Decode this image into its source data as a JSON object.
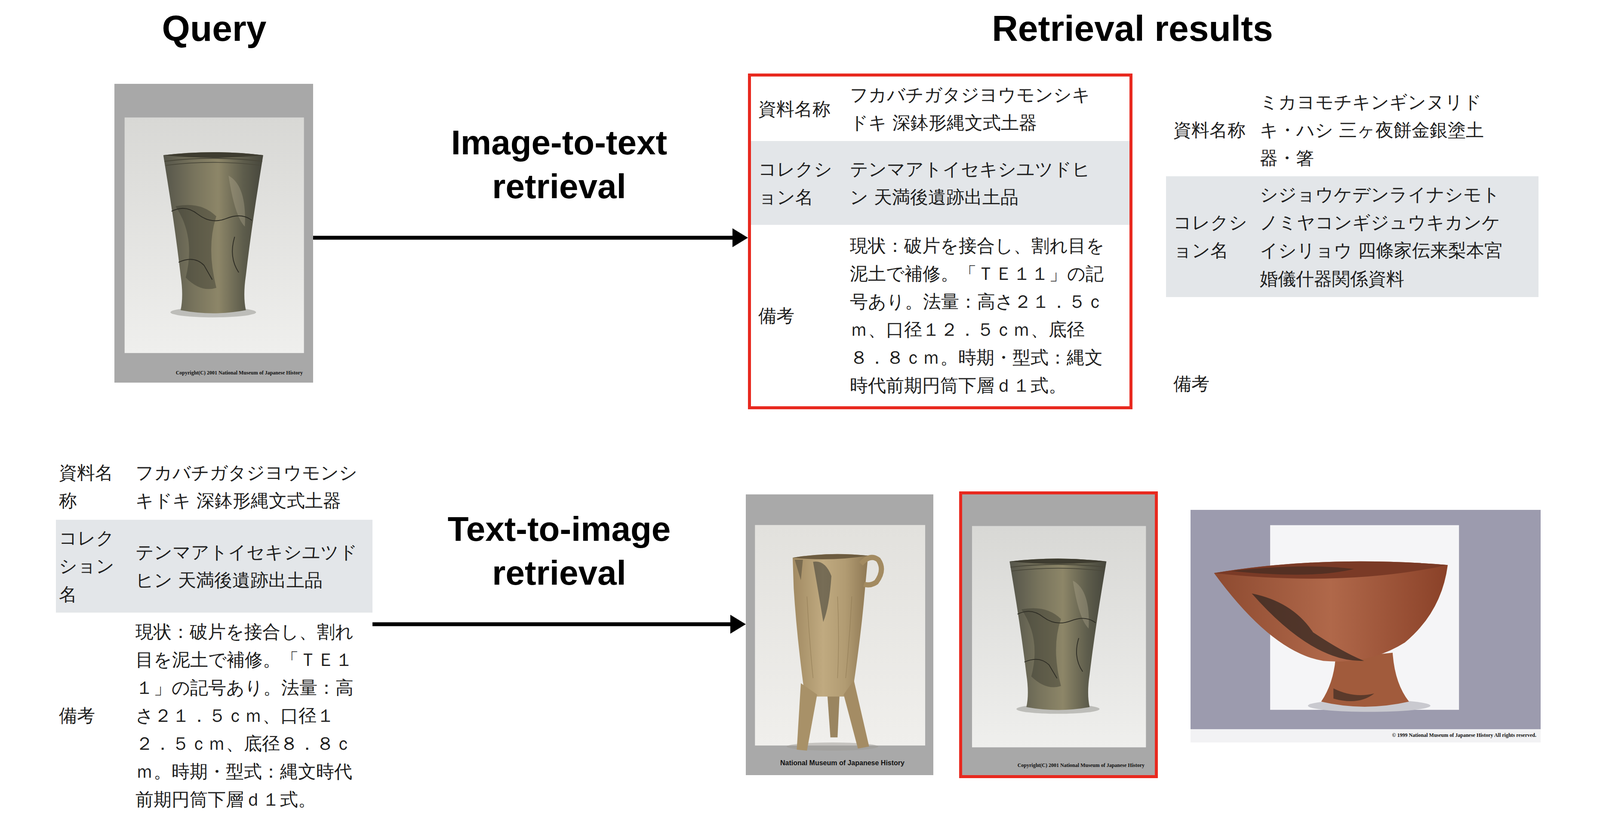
{
  "diagram": {
    "nodes": [
      {
        "text": [
          "Copyright(C) 2001 National Museum of Japanese History"
        ]
      },
      {
        "text": [
          "資料名称",
          "フカバチガタジヨウモンシキドキ 深鉢形縄文式土器",
          "コレクション名",
          "テンマアトイセキシユツドヒン 天満後遺跡出土品",
          "備考",
          "現状：破片を接合し、割れ目を泥土で補修。「ＴＥ１１」の記号あり。法量：高さ２１．５ｃｍ、口径１２．５ｃｍ、底径８．８ｃｍ。時期・型式：縄文時代前期円筒下層ｄ１式。"
        ]
      },
      {
        "text": [
          "資料名称",
          "ミカヨモチキンギンヌリドキ・ハシ 三ヶ夜餅金銀塗土器・箸",
          "コレクション名",
          "シジョウケデンライナシモトノミヤコンギジュウキカンケイシリョウ 四條家伝来梨本宮婚儀什器関係資料",
          "備考"
        ]
      },
      {
        "text": [
          "資料名称",
          "フカバチガタジヨウモンシキドキ 深鉢形縄文式土器",
          "コレクション名",
          "テンマアトイセキシユツドヒン 天満後遺跡出土品",
          "備考",
          "現状：破片を接合し、割れ目を泥土で補修。「ＴＥ１１」の記号あり。法量：高さ２１．５ｃｍ、口径１２．５ｃｍ、底径８．８ｃｍ。時期・型式：縄文時代前期円筒下層ｄ１式。"
        ]
      },
      {
        "text": [
          "National Museum of Japanese History"
        ]
      },
      {
        "text": [
          "Copyright(C) 2001 National Museum of Japanese History"
        ]
      },
      {
        "text": [
          "© 1999 National Museum of Japanese History All rights reserved."
        ]
      }
    ],
    "edges": [
      {
        "from": 0,
        "to": 1,
        "arrow": "to",
        "label": "Image-to-text retrieval"
      },
      {
        "from": 3,
        "to": 4,
        "arrow": "to",
        "label": "Text-to-image retrieval"
      }
    ],
    "labels": [
      "Query",
      "Retrieval results"
    ]
  }
}
